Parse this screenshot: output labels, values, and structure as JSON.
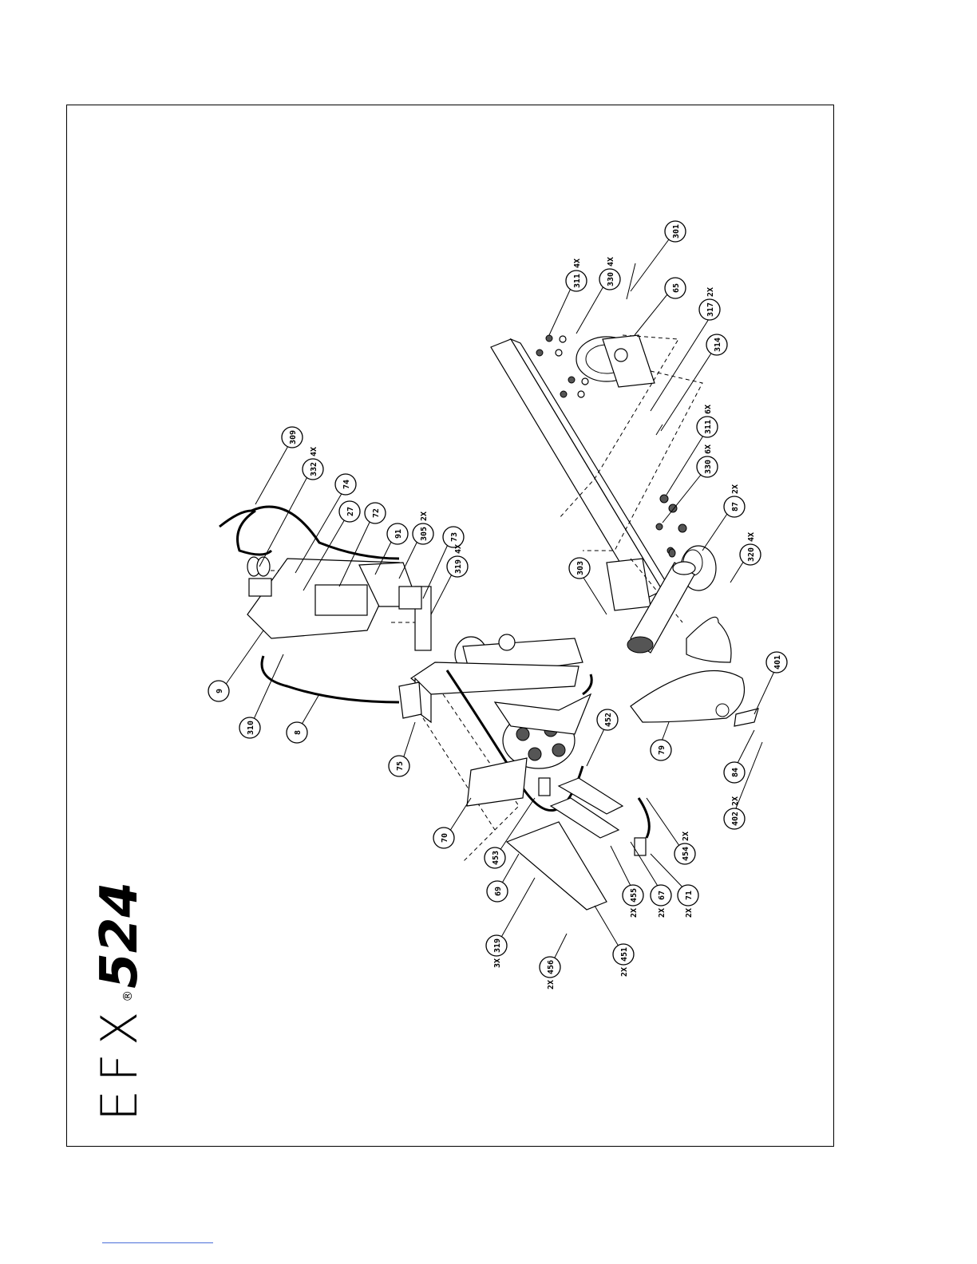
{
  "brand": {
    "model_prefix": "EFX",
    "registered_mark": "®",
    "model_number": "524"
  },
  "callouts": [
    {
      "id": "301",
      "qty": ""
    },
    {
      "id": "311",
      "qty": "4X"
    },
    {
      "id": "330",
      "qty": "4X"
    },
    {
      "id": "65",
      "qty": ""
    },
    {
      "id": "317",
      "qty": "2X"
    },
    {
      "id": "314",
      "qty": ""
    },
    {
      "id": "311",
      "qty": "6X"
    },
    {
      "id": "330",
      "qty": "6X"
    },
    {
      "id": "87",
      "qty": "2X"
    },
    {
      "id": "320",
      "qty": "4X"
    },
    {
      "id": "303",
      "qty": ""
    },
    {
      "id": "401",
      "qty": ""
    },
    {
      "id": "79",
      "qty": ""
    },
    {
      "id": "84",
      "qty": ""
    },
    {
      "id": "402",
      "qty": "2X"
    },
    {
      "id": "309",
      "qty": ""
    },
    {
      "id": "332",
      "qty": "4X"
    },
    {
      "id": "74",
      "qty": ""
    },
    {
      "id": "27",
      "qty": ""
    },
    {
      "id": "72",
      "qty": ""
    },
    {
      "id": "91",
      "qty": ""
    },
    {
      "id": "305",
      "qty": "2X"
    },
    {
      "id": "73",
      "qty": ""
    },
    {
      "id": "319",
      "qty": "4X"
    },
    {
      "id": "9",
      "qty": ""
    },
    {
      "id": "310",
      "qty": ""
    },
    {
      "id": "8",
      "qty": ""
    },
    {
      "id": "75",
      "qty": ""
    },
    {
      "id": "452",
      "qty": ""
    },
    {
      "id": "70",
      "qty": ""
    },
    {
      "id": "453",
      "qty": ""
    },
    {
      "id": "454",
      "qty": "2X"
    },
    {
      "id": "69",
      "qty": ""
    },
    {
      "id": "455",
      "qty": "2X"
    },
    {
      "id": "67",
      "qty": "2X"
    },
    {
      "id": "71",
      "qty": "2X"
    },
    {
      "id": "319",
      "qty": "3X"
    },
    {
      "id": "456",
      "qty": "2X"
    },
    {
      "id": "451",
      "qty": "2X"
    }
  ]
}
